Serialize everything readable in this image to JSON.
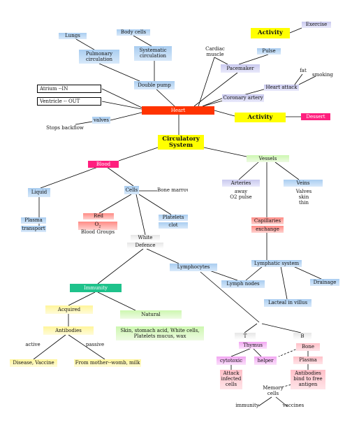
{
  "nodes": {
    "exercise": "Exercise",
    "lungs": "Lungs",
    "body_cells": "Body cells",
    "activity_top": "Activity",
    "pulmonary": [
      "Pulmonary",
      "circulation"
    ],
    "systemic": [
      "Systematic",
      "circulation"
    ],
    "cardiac": [
      "Cardiac",
      "muscle"
    ],
    "pulse": "Pulse",
    "fat": "fat",
    "smoking": "smoking",
    "pacemaker": "Pacemaker",
    "heart_attack": "Heart attack",
    "double_pump": "Double pump",
    "atrium": "Atrium --IN",
    "ventricle": "Ventricle -- OUT",
    "coronary": "Coronary artery",
    "heart": "Heart",
    "valves": "valves",
    "stops_backflow": "Stops backflow",
    "activity_mid": "Activity",
    "dessert": "Dessert",
    "circulatory": [
      "Circulatory",
      "System"
    ],
    "blood": "Blood",
    "vessels": "Vessels",
    "arteries": "Arteries",
    "artery_notes": [
      "away",
      "O2 pulse"
    ],
    "veins": "Veins",
    "vein_notes": [
      "Valves",
      "skin",
      "thin"
    ],
    "liquid": "Liquid",
    "cells": "Cells",
    "bone_marrow": "Bone marrow",
    "plasma": "Plasma",
    "transport": "transport",
    "red": "Red",
    "o2": "O",
    "o2_sub": "2",
    "blood_groups": "Blood Groups",
    "platelets": "Platelets",
    "clot": "clot",
    "capillaries": "Capillaries",
    "exchange": "exchange",
    "white": "White",
    "defence": "Defence",
    "lymphocytes": "Lymphocytes",
    "lymphatic": "Lymphatic system",
    "immunity": "Immunity",
    "lymph_nodes": "Lymph nodes",
    "drainage": "Drainage",
    "lacteal": "Lacteal in villus",
    "acquired": "Acquired",
    "natural": "Natural",
    "barriers": [
      "Skin, stomach acid, White cells,",
      "Platelets mucus, wax"
    ],
    "antibodies": "Antibodies",
    "active": "active",
    "passive": "passive",
    "disease": "Disease, Vaccine",
    "mother": "From mother--womb, milk",
    "t": "T",
    "b": "B",
    "thymus": "Thymus",
    "bone": "Bone",
    "cytotoxic": "cytotoxic",
    "helper": "helper",
    "b_plasma": "Plasma",
    "attack": [
      "Attack",
      "infected",
      "cells"
    ],
    "antibodies_bind": [
      "Antibodies",
      "bind to free",
      "antigen"
    ],
    "memory": [
      "Memory",
      "cells"
    ],
    "immunity_low": "immunity",
    "vaccines": "vaccines"
  }
}
